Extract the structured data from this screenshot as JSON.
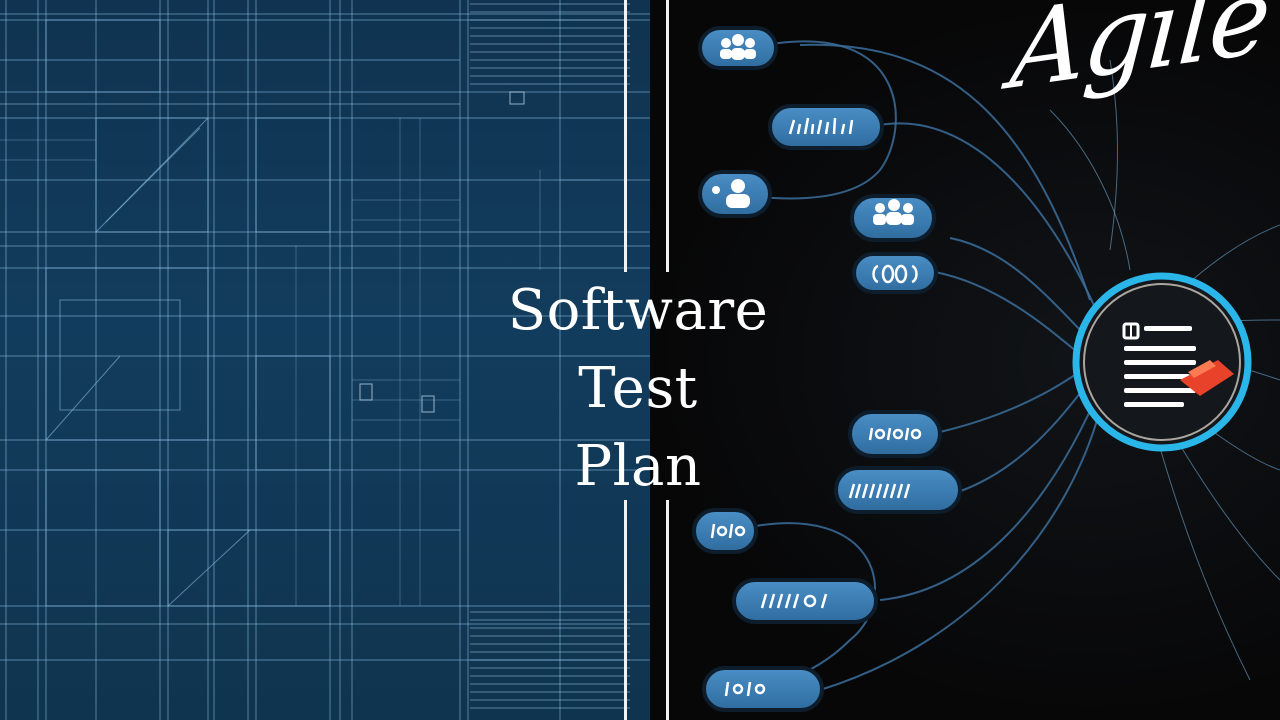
{
  "title": {
    "line1": "Software",
    "line2": "Test",
    "line3": "Plan"
  },
  "script_label": "Agile",
  "colors": {
    "blueprint_bg": "#123c5d",
    "network_bg": "#0a0a0b",
    "pill_fill": "#3e7fb5",
    "hub_ring": "#28b3e8",
    "accent": "#e8432a"
  },
  "network": {
    "hub_icon": "document-list-icon",
    "nodes": [
      {
        "name": "people-node-1",
        "icon": "people-icon"
      },
      {
        "name": "glyph-node-1",
        "icon": "glyph-text-icon"
      },
      {
        "name": "person-node",
        "icon": "person-icon"
      },
      {
        "name": "people-node-2",
        "icon": "people-icon"
      },
      {
        "name": "glyph-node-2",
        "icon": "glyph-text-icon"
      },
      {
        "name": "glyph-node-3",
        "icon": "glyph-text-icon"
      },
      {
        "name": "glyph-node-4",
        "icon": "glyph-text-icon"
      },
      {
        "name": "glyph-node-5",
        "icon": "glyph-text-icon"
      },
      {
        "name": "glyph-node-6",
        "icon": "glyph-text-icon"
      },
      {
        "name": "glyph-node-7",
        "icon": "glyph-text-icon"
      }
    ]
  }
}
